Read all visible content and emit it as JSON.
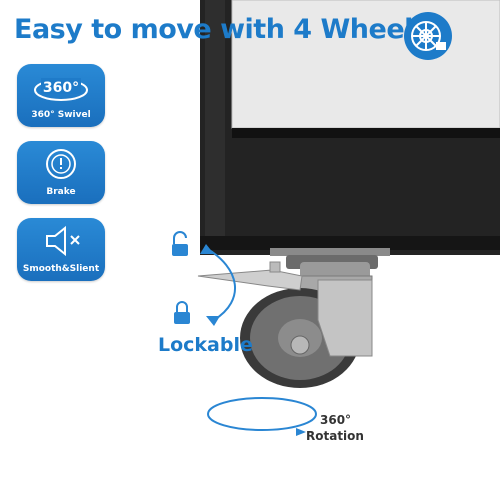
{
  "headline": "Easy to move with 4 Wheels",
  "badges": [
    {
      "label": "360° Swivel",
      "icon": "rotate-360-icon",
      "icon_text": "360°"
    },
    {
      "label": "Brake",
      "icon": "brake-icon"
    },
    {
      "label": "Smooth&Slient",
      "icon": "mute-speaker-icon"
    }
  ],
  "wheel_icon": "wheel-lock-icon",
  "lockable_label": "Lockable",
  "rotation": {
    "degrees": "360°",
    "label": "Rotation"
  },
  "colors": {
    "accent": "#1d7bc9",
    "cabinet": "#1f1f1f",
    "drawer": "#e8e8e8",
    "wheel": "#6e6e6e"
  }
}
